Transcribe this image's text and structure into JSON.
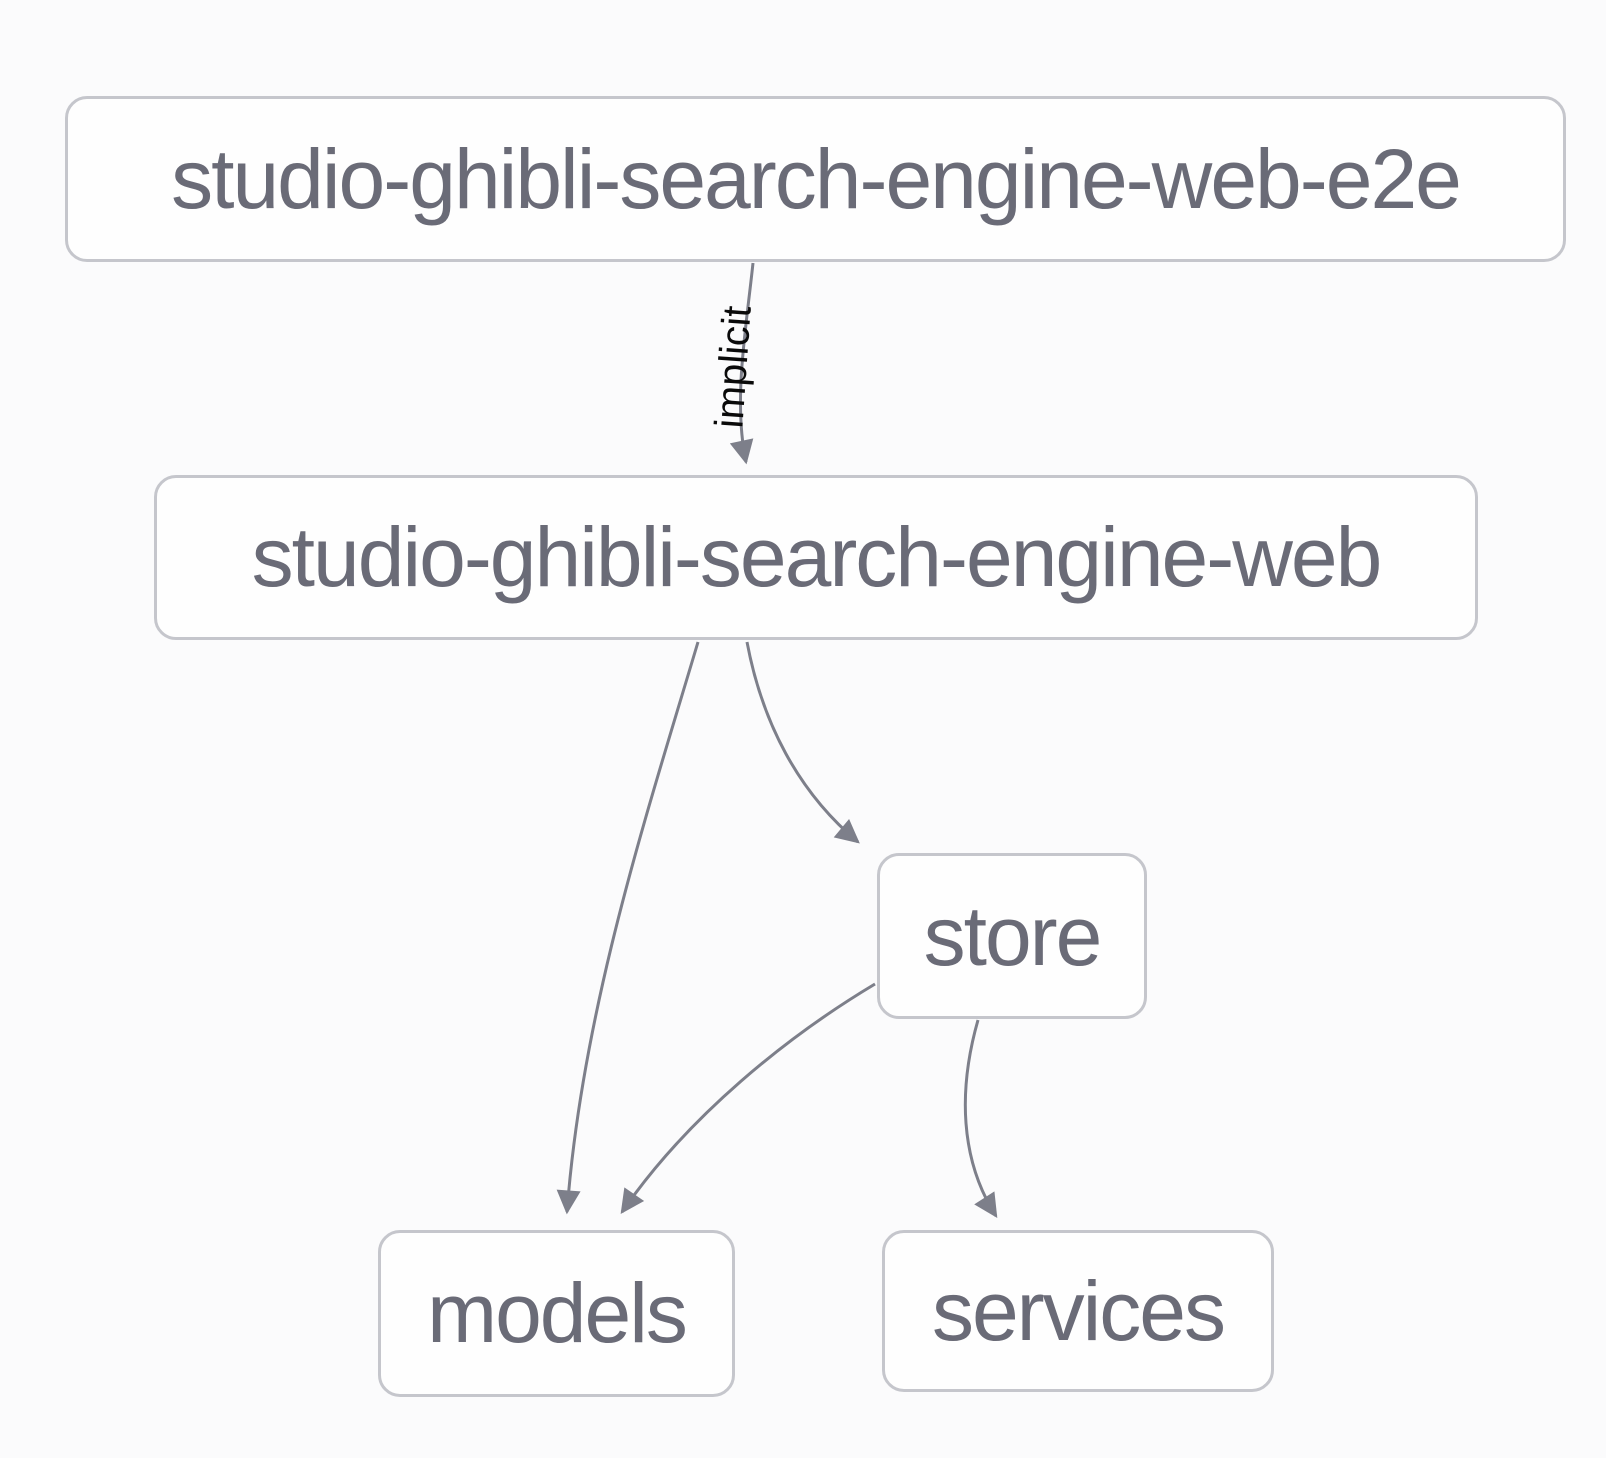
{
  "diagram": {
    "nodes": [
      {
        "id": "e2e",
        "label": "studio-ghibli-search-engine-web-e2e"
      },
      {
        "id": "web",
        "label": "studio-ghibli-search-engine-web"
      },
      {
        "id": "store",
        "label": "store"
      },
      {
        "id": "models",
        "label": "models"
      },
      {
        "id": "services",
        "label": "services"
      }
    ],
    "edges": [
      {
        "from": "studio-ghibli-search-engine-web-e2e",
        "to": "studio-ghibli-search-engine-web",
        "label": "implicit"
      },
      {
        "from": "studio-ghibli-search-engine-web",
        "to": "models",
        "label": ""
      },
      {
        "from": "studio-ghibli-search-engine-web",
        "to": "store",
        "label": ""
      },
      {
        "from": "store",
        "to": "models",
        "label": ""
      },
      {
        "from": "store",
        "to": "services",
        "label": ""
      }
    ],
    "colors": {
      "background": "#fbfbfc",
      "node_fill": "#fefefe",
      "node_border": "#c5c6cc",
      "node_text": "#6a6b77",
      "edge_line": "#7d7f8a",
      "edge_label_text": "#0a0a0a"
    }
  }
}
